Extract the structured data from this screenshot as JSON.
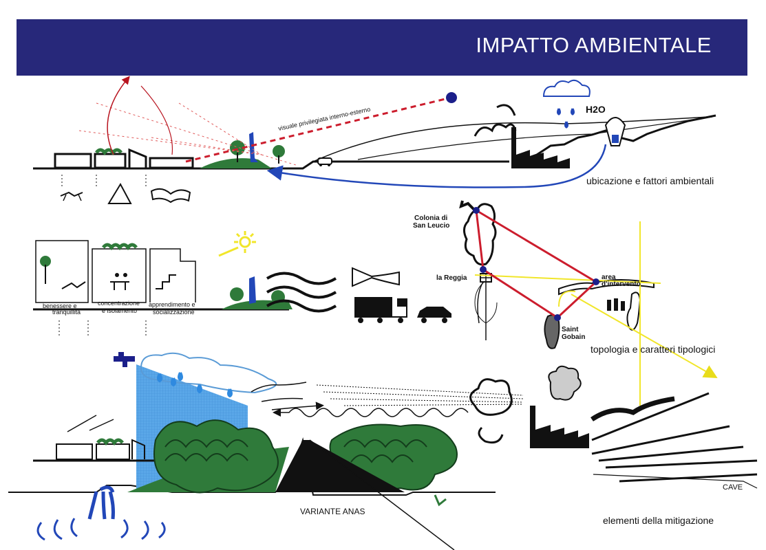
{
  "header": {
    "title": "IMPATTO AMBIENTALE"
  },
  "colors": {
    "banner": "#27287a",
    "accent_red": "#cc1d2d",
    "accent_blue": "#2247b8",
    "green": "#2f7a3a",
    "yellow": "#f1e62a"
  },
  "section1": {
    "caption": "ubicazione e fattori ambientali",
    "view_label": "visuale privilegiata interno-esterno",
    "water_label": "H2O"
  },
  "section2": {
    "labels": {
      "l1a": "benessere e",
      "l1b": "tranquillità",
      "l2a": "concentrazione",
      "l2b": "e isolamento",
      "l3a": "apprendimento e",
      "l3b": "socializzazione"
    }
  },
  "section3": {
    "caption": "topologia e caratteri tipologici",
    "places": {
      "colonia1": "Colonia di",
      "colonia2": "San Leucio",
      "reggia": "la Reggia",
      "area1": "area",
      "area2": "d'intervento",
      "saint1": "Saint",
      "saint2": "Gobain"
    }
  },
  "section4": {
    "caption": "elementi della mitigazione",
    "road_label": "VARIANTE ANAS",
    "quarry_label": "CAVE"
  }
}
